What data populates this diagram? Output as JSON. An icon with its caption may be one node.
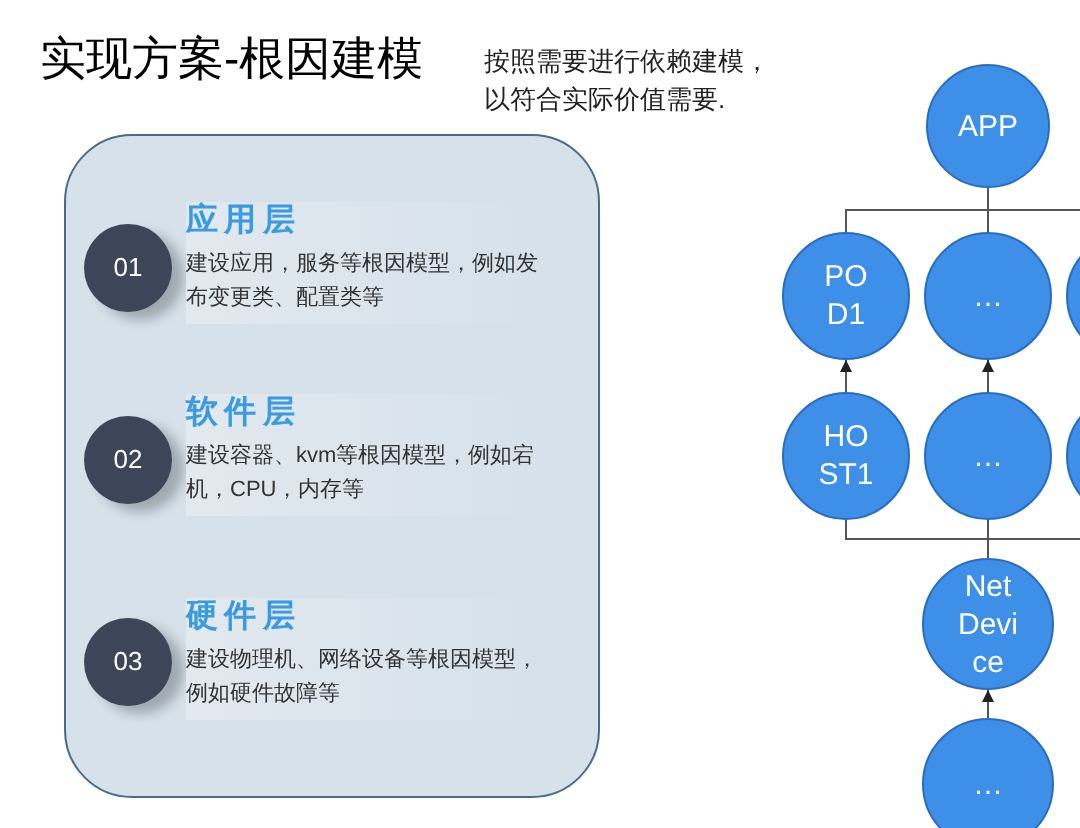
{
  "diagram": {
    "title": "实现方案-根因建模",
    "nodes": [
      {
        "text": [],
        "shape": "box"
      },
      {
        "text": [
          "01"
        ],
        "in": 0
      },
      {
        "text": [
          "应用层",
          "建设应用，服务等根因模型，例如发布变更类、配置类等"
        ],
        "in": 0
      },
      {
        "text": [
          "02"
        ],
        "in": 0
      },
      {
        "text": [
          "软件层",
          "建设容器、kvm等根因模型，例如宕机，CPU，内存等"
        ],
        "in": 0
      },
      {
        "text": [
          "03"
        ],
        "in": 0
      },
      {
        "text": [
          "硬件层",
          "建设物理机、网络设备等根因模型，例如硬件故障等"
        ],
        "in": 0
      },
      {
        "text": [
          "APP"
        ]
      },
      {
        "text": [
          "POD1"
        ]
      },
      {
        "text": [
          "…"
        ]
      },
      {
        "text": [],
        "shape": "circle"
      },
      {
        "text": [
          "HOST1"
        ]
      },
      {
        "text": [
          "…"
        ]
      },
      {
        "text": [],
        "shape": "circle"
      },
      {
        "text": [
          "Net Device"
        ]
      },
      {
        "text": [
          "…"
        ]
      }
    ],
    "edges": [
      {
        "from": 7,
        "to": 8,
        "arrow": "none"
      },
      {
        "from": 7,
        "to": 9,
        "arrow": "none"
      },
      {
        "from": 7,
        "to": 10,
        "arrow": "none"
      },
      {
        "from": 11,
        "to": 8,
        "arrow": "to"
      },
      {
        "from": 12,
        "to": 9,
        "arrow": "to"
      },
      {
        "from": 11,
        "to": 14,
        "arrow": "none"
      },
      {
        "from": 12,
        "to": 14,
        "arrow": "none"
      },
      {
        "from": 13,
        "to": 14,
        "arrow": "none"
      },
      {
        "from": 15,
        "to": 14,
        "arrow": "to"
      }
    ],
    "labels": [
      "按照需要进行依赖建模，以符合实际价值需要."
    ]
  }
}
